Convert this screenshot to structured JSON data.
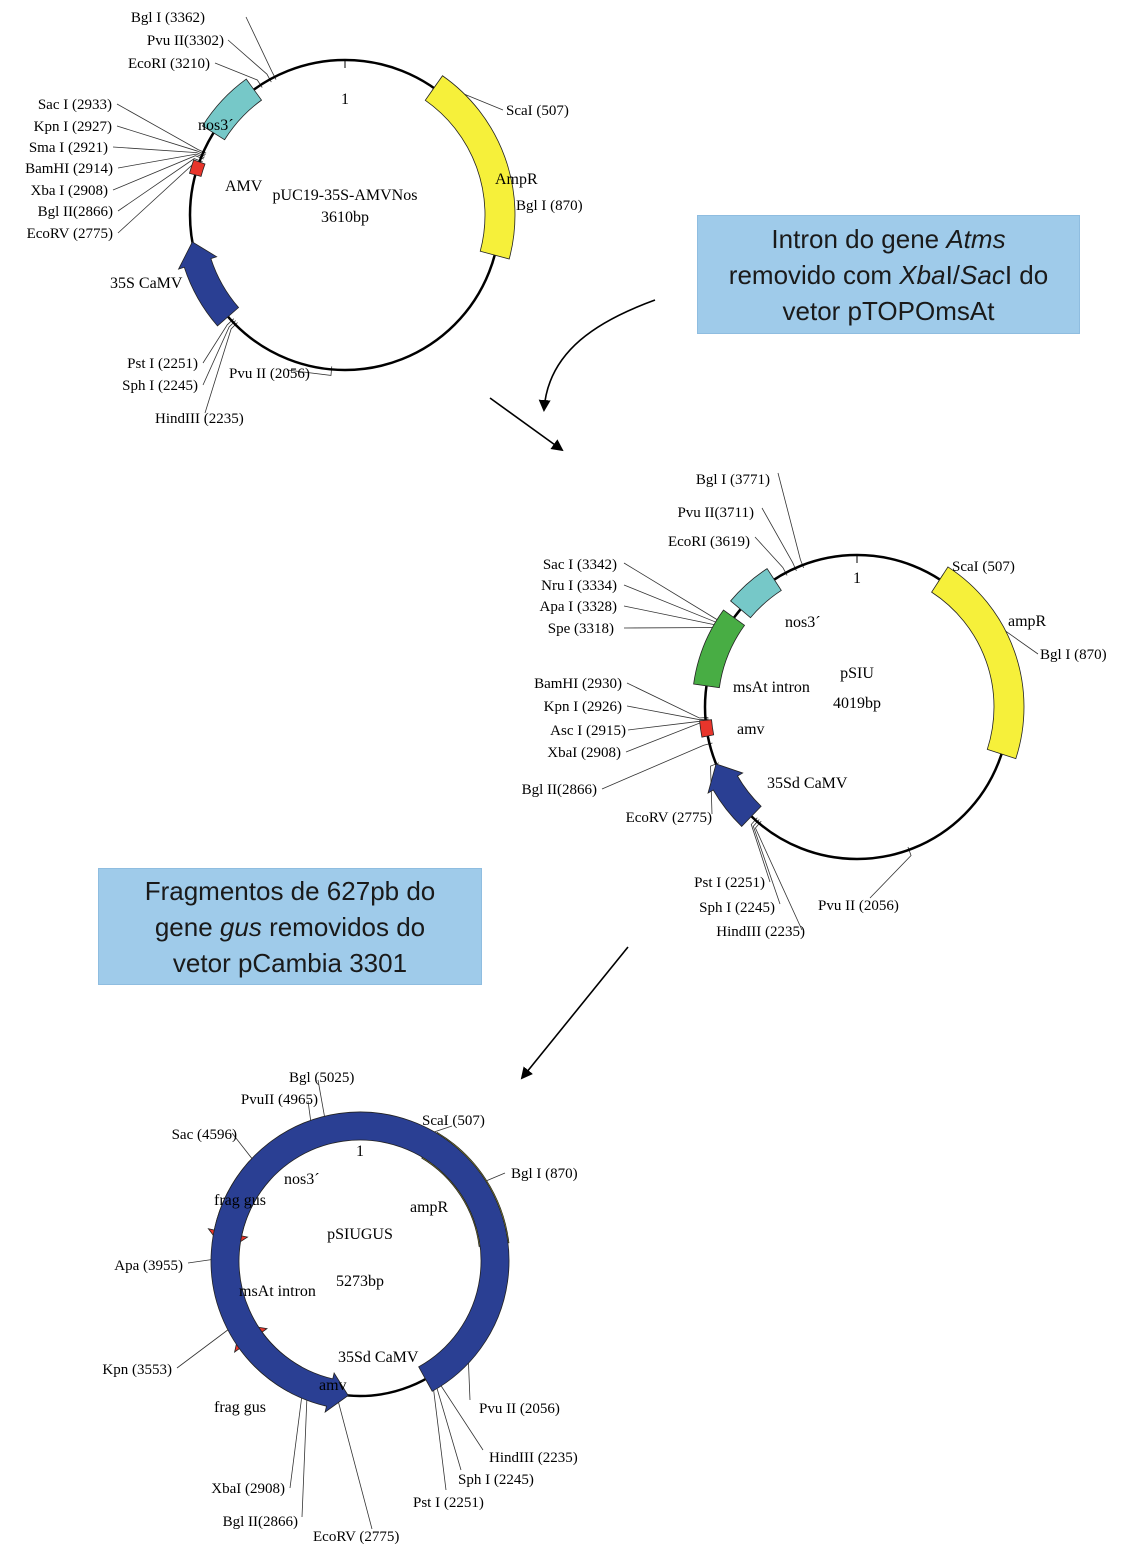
{
  "plasmids": [
    {
      "name": "pUC19-35S-AMVNos",
      "size": "3610bp",
      "origin": "1",
      "features": [
        {
          "label": "AmpR",
          "color": "#f6f03a"
        },
        {
          "label": "nos3´",
          "color": "#76c8c8"
        },
        {
          "label": "AMV",
          "color": "#e8352b"
        },
        {
          "label": "35S CaMV",
          "color": "#2a3f93"
        }
      ],
      "sites": [
        "Bgl I (3362)",
        "Pvu II(3302)",
        "EcoRI (3210)",
        "Sac I (2933)",
        "Kpn I (2927)",
        "Sma I (2921)",
        "BamHI (2914)",
        "Xba I (2908)",
        "Bgl II(2866)",
        "EcoRV (2775)",
        "Pst I (2251)",
        "Sph I (2245)",
        "HindIII (2235)",
        "Pvu II (2056)",
        "ScaI (507)",
        "Bgl I (870)"
      ]
    },
    {
      "name": "pSIU",
      "size": "4019bp",
      "origin": "1",
      "features": [
        {
          "label": "ampR",
          "color": "#f6f03a"
        },
        {
          "label": "nos3´",
          "color": "#76c8c8"
        },
        {
          "label": "msAt intron",
          "color": "#48ad44"
        },
        {
          "label": "amv",
          "color": "#e8352b"
        },
        {
          "label": "35Sd CaMV",
          "color": "#2a3f93"
        }
      ],
      "sites": [
        "Bgl I (3771)",
        "Pvu II(3711)",
        "EcoRI (3619)",
        "Sac I (3342)",
        "Nru I (3334)",
        "Apa I (3328)",
        "Spe (3318)",
        "BamHI (2930)",
        "Kpn I (2926)",
        "Asc I (2915)",
        "XbaI (2908)",
        "Bgl II(2866)",
        "EcoRV (2775)",
        "Pst I (2251)",
        "Sph I (2245)",
        "HindIII (2235)",
        "Pvu II (2056)",
        "ScaI (507)",
        "Bgl I (870)"
      ]
    },
    {
      "name": "pSIUGUS",
      "size": "5273bp",
      "origin": "1",
      "features": [
        {
          "label": "ampR",
          "color": "#f6f03a"
        },
        {
          "label": "nos3´",
          "color": "#76c8c8"
        },
        {
          "label": "frag gus",
          "color": "#e8352b"
        },
        {
          "label": "msAt intron",
          "color": "#48ad44"
        },
        {
          "label": "frag gus",
          "color": "#e8352b"
        },
        {
          "label": "amv",
          "color": "#111111"
        },
        {
          "label": "35Sd CaMV",
          "color": "#2a3f93"
        }
      ],
      "sites": [
        "Bgl (5025)",
        "PvuII (4965)",
        "Sac (4596)",
        "Apa (3955)",
        "Kpn (3553)",
        "XbaI (2908)",
        "Bgl II(2866)",
        "EcoRV (2775)",
        "Pst I (2251)",
        "Sph I (2245)",
        "HindIII (2235)",
        "Pvu II (2056)",
        "ScaI (507)",
        "Bgl I (870)"
      ]
    }
  ],
  "notes": [
    {
      "lines": [
        [
          {
            "t": "Intron do gene "
          },
          {
            "t": "Atms",
            "i": true
          }
        ],
        [
          {
            "t": "removido com "
          },
          {
            "t": "Xba",
            "i": true
          },
          {
            "t": "I/"
          },
          {
            "t": "Sac",
            "i": true
          },
          {
            "t": "I do"
          }
        ],
        [
          {
            "t": "vetor pTOPOmsAt"
          }
        ]
      ]
    },
    {
      "lines": [
        [
          {
            "t": "Fragmentos de 627pb do"
          }
        ],
        [
          {
            "t": "gene "
          },
          {
            "t": "gus",
            "i": true
          },
          {
            "t": " removidos do"
          }
        ],
        [
          {
            "t": "vetor pCambia 3301"
          }
        ]
      ]
    }
  ]
}
